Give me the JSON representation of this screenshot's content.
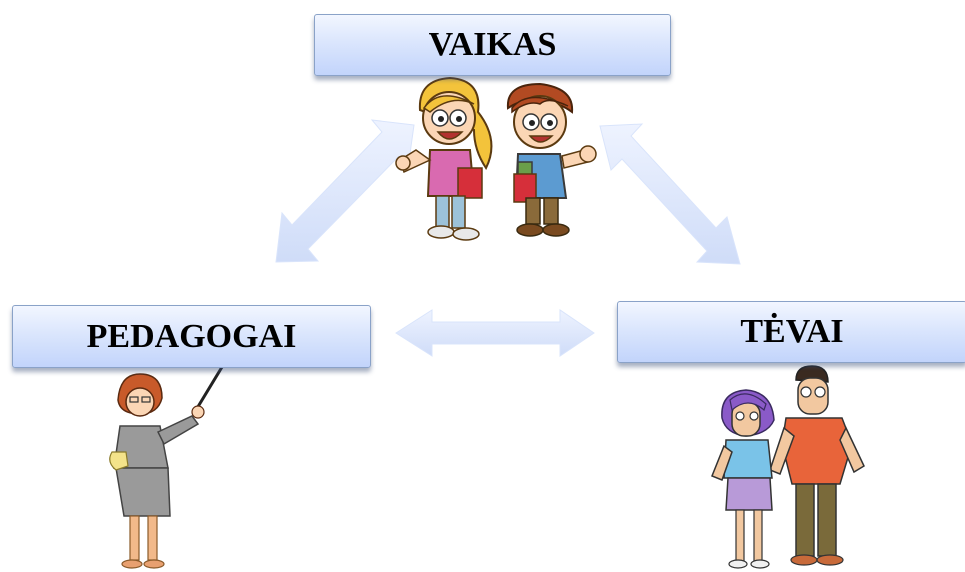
{
  "nodes": {
    "vaikas": "VAIKAS",
    "pedagogai": "PEDAGOGAI",
    "tevai": "TĖVAI"
  },
  "colors": {
    "box_gradient_top": "#f2f6ff",
    "box_gradient_bottom": "#c2d4fb",
    "box_border": "#8aa2c8",
    "arrow": "#d6e2fb"
  },
  "arrows": [
    {
      "from": "vaikas",
      "to": "pedagogai",
      "direction": "both"
    },
    {
      "from": "vaikas",
      "to": "tevai",
      "direction": "both"
    },
    {
      "from": "pedagogai",
      "to": "tevai",
      "direction": "both"
    }
  ],
  "illustrations": [
    "children-icon",
    "teacher-icon",
    "parents-icon"
  ]
}
